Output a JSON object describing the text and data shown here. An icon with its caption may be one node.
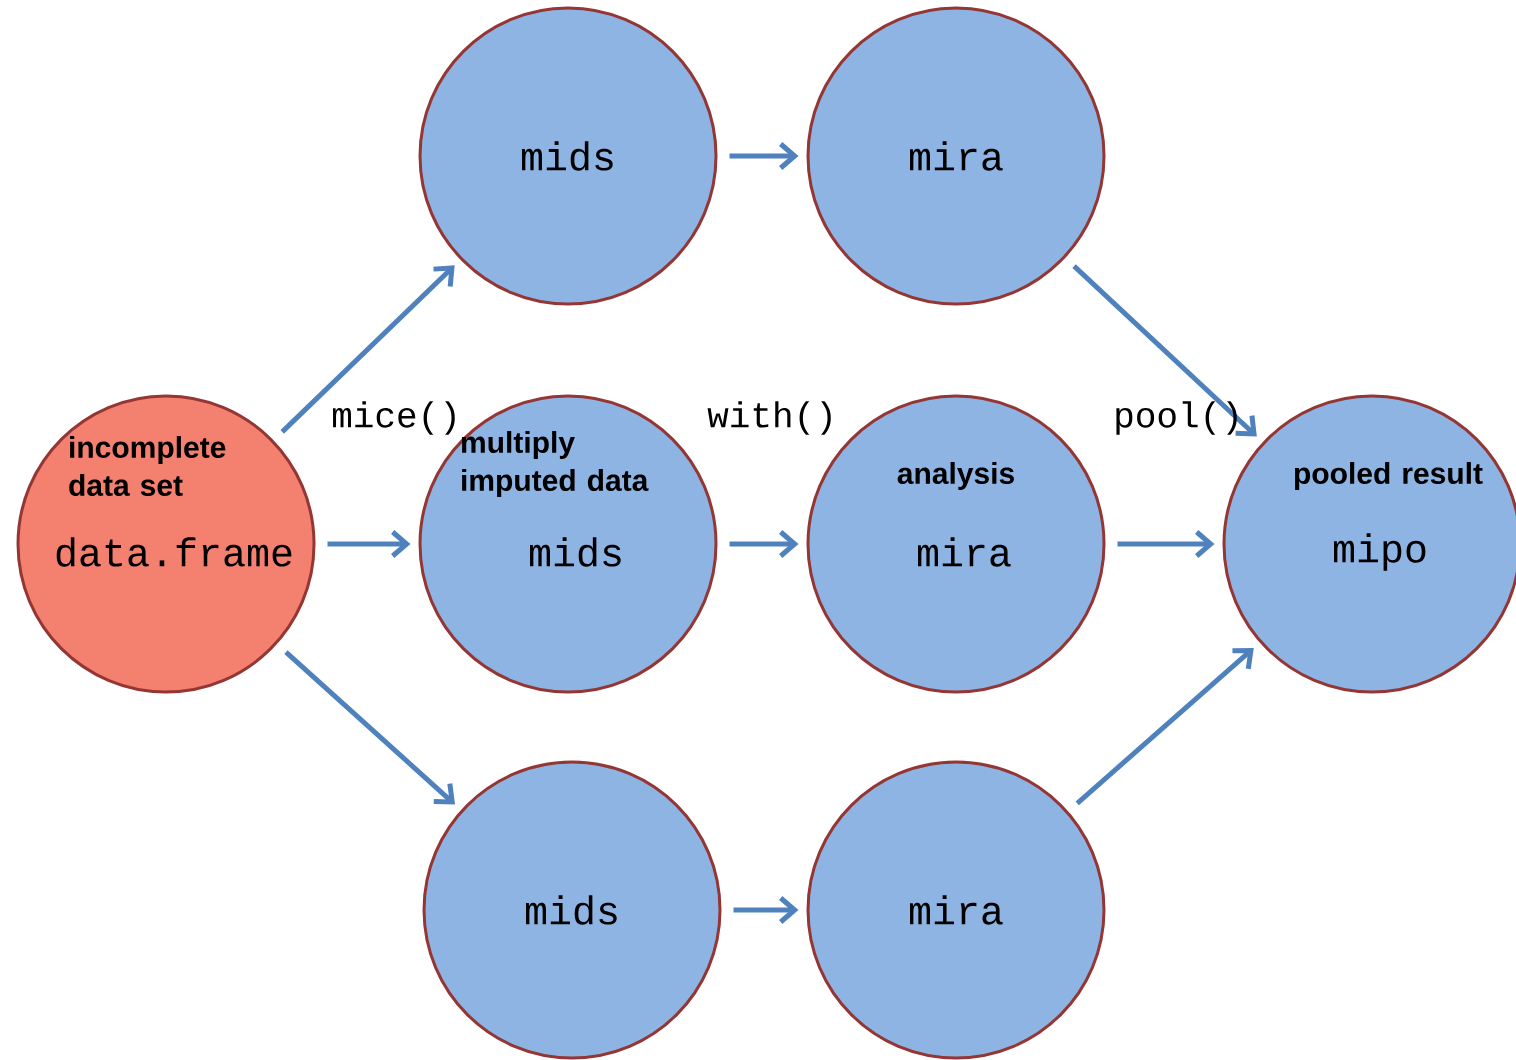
{
  "diagram": {
    "nodes": [
      {
        "text": [
          "incomplete data set",
          "data.frame"
        ]
      },
      {
        "text": [
          "mids"
        ]
      },
      {
        "text": [
          "mira"
        ]
      },
      {
        "text": [
          "multiply imputed data",
          "mids"
        ]
      },
      {
        "text": [
          "analysis",
          "mira"
        ]
      },
      {
        "text": [
          "pooled result",
          "mipo"
        ]
      },
      {
        "text": [
          "mids"
        ]
      },
      {
        "text": [
          "mira"
        ]
      }
    ],
    "edges": [
      {
        "from": 0,
        "to": 1,
        "arrow": "to"
      },
      {
        "from": 0,
        "to": 3,
        "arrow": "to"
      },
      {
        "from": 0,
        "to": 6,
        "arrow": "to"
      },
      {
        "from": 1,
        "to": 2,
        "arrow": "to"
      },
      {
        "from": 3,
        "to": 4,
        "arrow": "to"
      },
      {
        "from": 6,
        "to": 7,
        "arrow": "to"
      },
      {
        "from": 2,
        "to": 5,
        "arrow": "to"
      },
      {
        "from": 4,
        "to": 5,
        "arrow": "to"
      },
      {
        "from": 7,
        "to": 5,
        "arrow": "to"
      }
    ],
    "labels": [
      "mice()",
      "with()",
      "pool()"
    ]
  }
}
